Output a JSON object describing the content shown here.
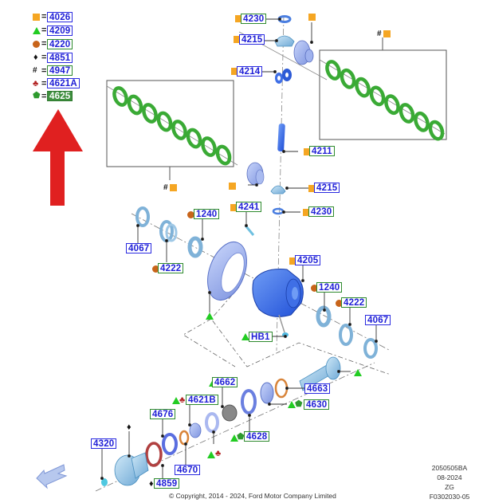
{
  "legend": [
    {
      "symbol": "square",
      "code": "4026",
      "style": "blue"
    },
    {
      "symbol": "triangle",
      "code": "4209",
      "style": "blue"
    },
    {
      "symbol": "circle",
      "code": "4220",
      "style": "green"
    },
    {
      "symbol": "diamond",
      "code": "4851",
      "style": "blue"
    },
    {
      "symbol": "hash",
      "code": "4947",
      "style": "green"
    },
    {
      "symbol": "club",
      "code": "4621A",
      "style": "blue"
    },
    {
      "symbol": "pentagon",
      "code": "4625",
      "style": "filled"
    }
  ],
  "legend_eq": "=",
  "hash_symbol": "#",
  "symbols": {
    "diamond": "♦",
    "club": "♣",
    "pentagon": "⬟"
  },
  "parts": {
    "p4230_top": "4230",
    "p4215_top": "4215",
    "p4214": "4214",
    "p4211": "4211",
    "p4215_mid": "4215",
    "p4230_mid": "4230",
    "p4241": "4241",
    "p1240_left": "1240",
    "p4067_left": "4067",
    "p4222_left": "4222",
    "p4205": "4205",
    "p1240_right": "1240",
    "p4222_right": "4222",
    "p4067_right": "4067",
    "pHB1": "HB1",
    "p4663": "4663",
    "p4662": "4662",
    "p4630": "4630",
    "p4621B": "4621B",
    "p4676": "4676",
    "p4628": "4628",
    "p4320": "4320",
    "p4670": "4670",
    "p4859": "4859"
  },
  "footer": {
    "doc_code": "2050505BA",
    "date": "08-2024",
    "region": "ZG",
    "figure_id": "F0302030-05",
    "copyright": "© Copyright, 2014 - 2024, Ford Motor Company Limited"
  },
  "colors": {
    "accent_arrow": "#e02020",
    "clutch_plate": "#3aaa35",
    "part_blue": "#3a6fe8",
    "part_light": "#8fc4e8",
    "label_blue": "#1f1fd6"
  }
}
